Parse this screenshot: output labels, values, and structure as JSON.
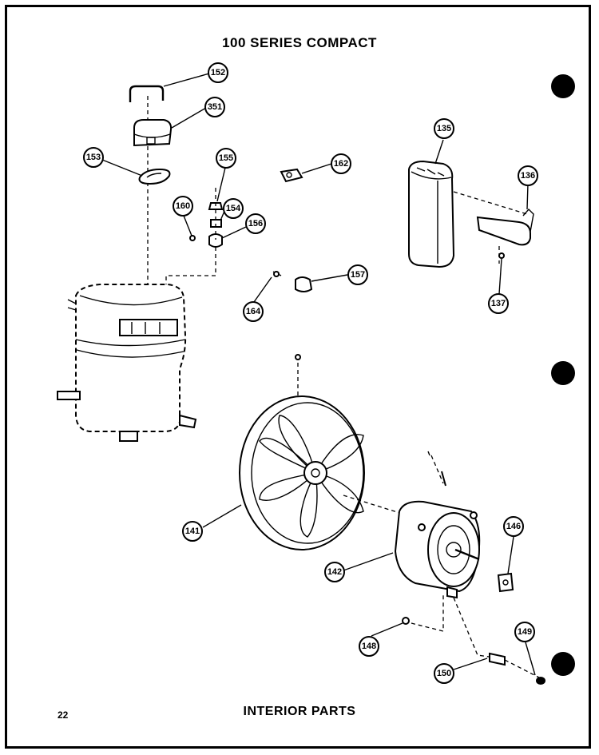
{
  "header": {
    "title": "100 SERIES COMPACT"
  },
  "footer": {
    "title": "INTERIOR PARTS",
    "page_number": "22"
  },
  "callouts": {
    "c152": "152",
    "c351": "351",
    "c153": "153",
    "c155": "155",
    "c160": "160",
    "c154": "154",
    "c156": "156",
    "c162": "162",
    "c135": "135",
    "c136": "136",
    "c137": "137",
    "c157": "157",
    "c164": "164",
    "c141": "141",
    "c142": "142",
    "c146": "146",
    "c148": "148",
    "c149": "149",
    "c150": "150"
  }
}
